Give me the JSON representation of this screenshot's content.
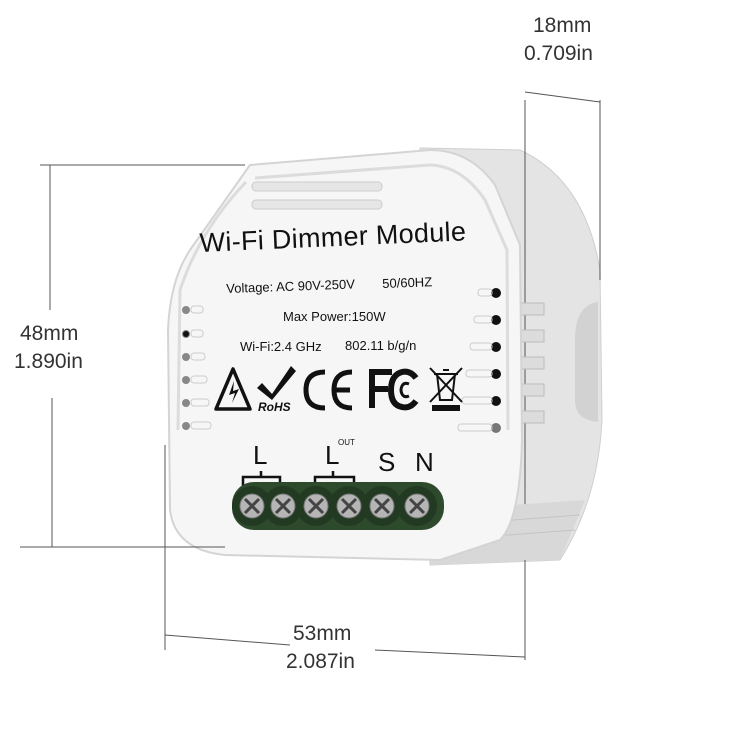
{
  "product": {
    "title": "Wi-Fi Dimmer Module",
    "voltage": "Voltage: AC 90V-250V",
    "frequency": "50/60HZ",
    "max_power": "Max Power:150W",
    "wifi": "Wi-Fi:2.4 GHz",
    "wifi_standard": "802.11 b/g/n",
    "certifications": [
      "high-voltage-warning",
      "RoHS",
      "CE",
      "FC",
      "WEEE"
    ],
    "rohs_label": "RoHS",
    "ce_label": "CE",
    "fcc_label": "FC",
    "terminals": {
      "l_label": "L",
      "lout_label": "L",
      "lout_superscript": "OUT",
      "s_label": "S",
      "n_label": "N"
    },
    "colors": {
      "housing": "#f2f2f2",
      "terminal_block": "#2e4a2c",
      "text": "#111111"
    }
  },
  "dimensions": {
    "depth_mm": "18mm",
    "depth_in": "0.709in",
    "height_mm": "48mm",
    "height_in": "1.890in",
    "width_mm": "53mm",
    "width_in": "2.087in"
  }
}
